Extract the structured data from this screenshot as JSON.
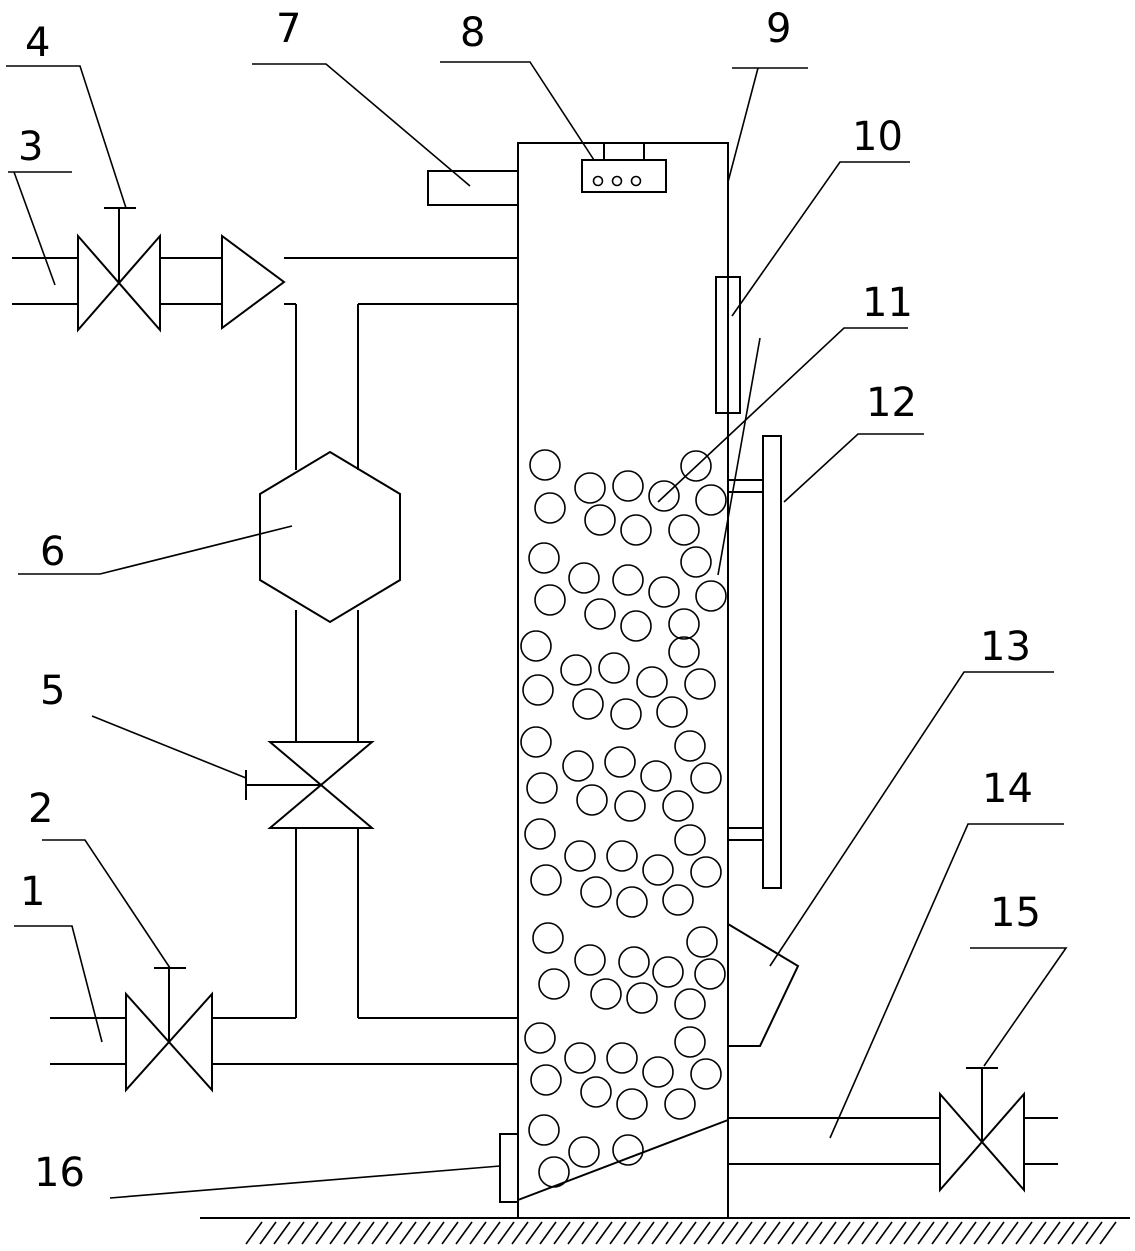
{
  "labels": {
    "l1": "1",
    "l2": "2",
    "l3": "3",
    "l4": "4",
    "l5": "5",
    "l6": "6",
    "l7": "7",
    "l8": "8",
    "l9": "9",
    "l10": "10",
    "l11": "11",
    "l12": "12",
    "l13": "13",
    "l14": "14",
    "l15": "15",
    "l16": "16"
  },
  "colors": {
    "stroke": "#000000",
    "background": "#ffffff"
  },
  "icons": {
    "valve": "gate-valve-icon",
    "check_valve": "check-valve-icon",
    "pump": "hexagon-pump-icon",
    "ground": "ground-hatch-icon"
  }
}
